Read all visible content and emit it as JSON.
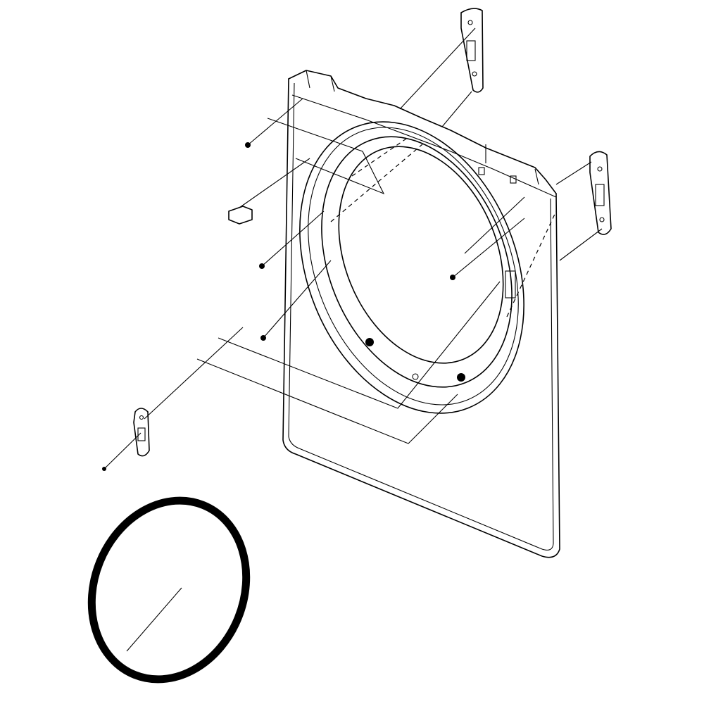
{
  "diagram": {
    "type": "exploded-parts-diagram",
    "colors": {
      "line": "#000000",
      "background": "#ffffff"
    },
    "parts": [
      "front-panel",
      "door-ring",
      "door-glass",
      "top-hinge",
      "right-hinge",
      "left-hinge",
      "gasket-ring",
      "latch",
      "screws"
    ]
  }
}
